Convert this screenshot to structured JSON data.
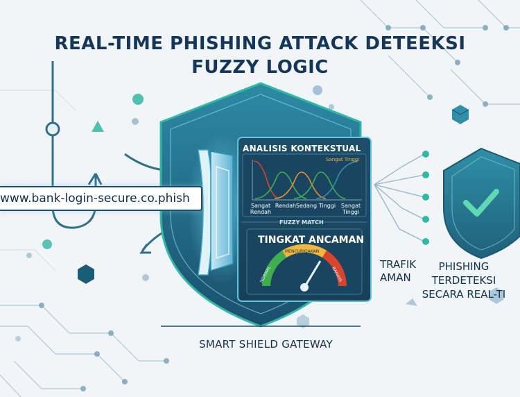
{
  "title": {
    "line1": "REAL-TIME PHISHING ATTACK DETEEKSI",
    "line2": "FUZZY LOGIC"
  },
  "url_bar": {
    "text": "www.bank-login-secure.co.phish"
  },
  "panel": {
    "title": "ANALISIS KONTEKSTUAL",
    "peak_label": "Sangat Tinggi",
    "membership_labels": [
      {
        "text": "Sangat\nRendah"
      },
      {
        "text": "Rendah"
      },
      {
        "text": "Sedang"
      },
      {
        "text": "Tinggi"
      },
      {
        "text": "Sangat\nTinggi"
      }
    ],
    "fuzzy_match": "FUZZY MATCH",
    "threat_title": "TINGKAT ANCAMAN",
    "gauge_labels": [
      "NORMAL",
      "MENCURIGAKAN",
      "BAHAYA"
    ]
  },
  "gateway_label": "SMART SHIELD GATEWAY",
  "traffic_label": "TRAFIK\nAMAN",
  "detected_label": "PHISHING\nTERDETEKSI\nSECARA REAL-TI",
  "colors": {
    "shield_dark": "#1b5876",
    "shield_mid": "#2a7d98",
    "teal": "#2fb8a2",
    "navy": "#14365a",
    "gauge_green": "#3fae4f",
    "gauge_amber": "#f1b63b",
    "gauge_red": "#d8452f",
    "check": "#5fd9b4"
  },
  "icons": [
    "fish-hook-icon",
    "shield-icon",
    "checkmark-icon",
    "gauge-icon",
    "circuit-icon"
  ]
}
